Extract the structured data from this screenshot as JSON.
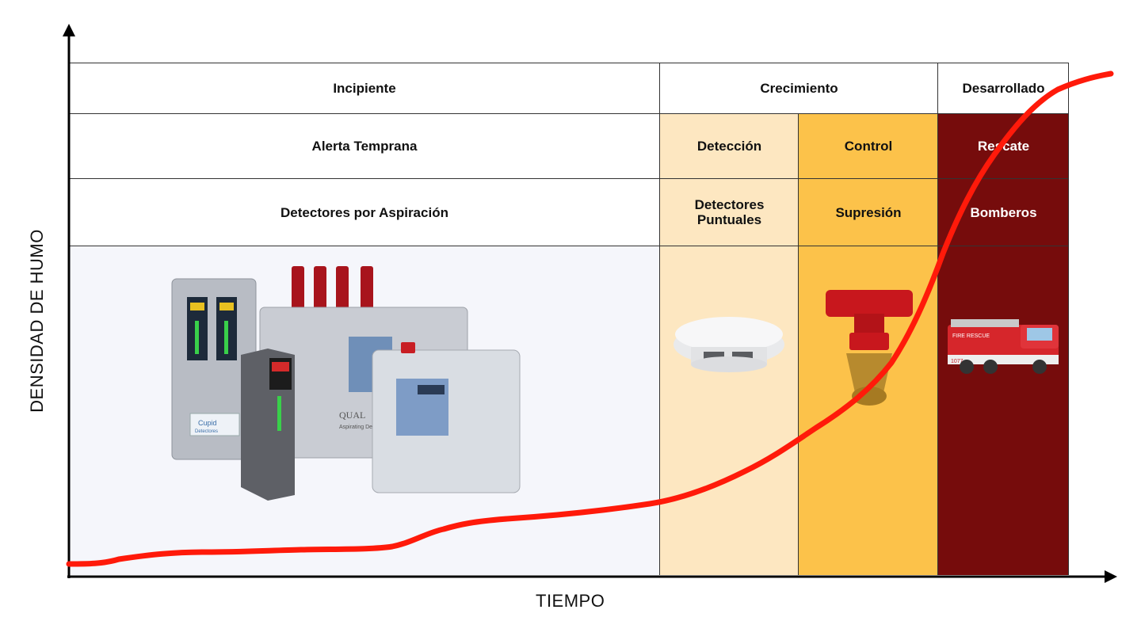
{
  "stages": {
    "incipiente": "Incipiente",
    "crecimiento": "Crecimiento",
    "desarrollado": "Desarrollado"
  },
  "actions": {
    "alerta": "Alerta Temprana",
    "deteccion": "Detección",
    "control": "Control",
    "rescate": "Rescate"
  },
  "means": {
    "aspiracion": "Detectores por Aspiración",
    "puntuales_l1": "Detectores",
    "puntuales_l2": "Puntuales",
    "supresion": "Supresión",
    "bomberos": "Bomberos"
  },
  "axes": {
    "y_label": "DENSIDAD DE HUMO",
    "x_label": "TIEMPO"
  },
  "colors": {
    "panel_light": "#f5f6fb",
    "deteccion": "#fde7c1",
    "control": "#fcc24a",
    "rescate": "#760c0c",
    "curve": "#ff1a0a"
  },
  "illustrations": {
    "aspiration_unit_label": "Cupid",
    "aspiration_unit_sublabel": "Detectores",
    "panel_brand": "QUAL",
    "panel_brand_sub": "Aspirating Det",
    "truck_text": "FIRE RESCUE",
    "truck_number": "1077"
  }
}
